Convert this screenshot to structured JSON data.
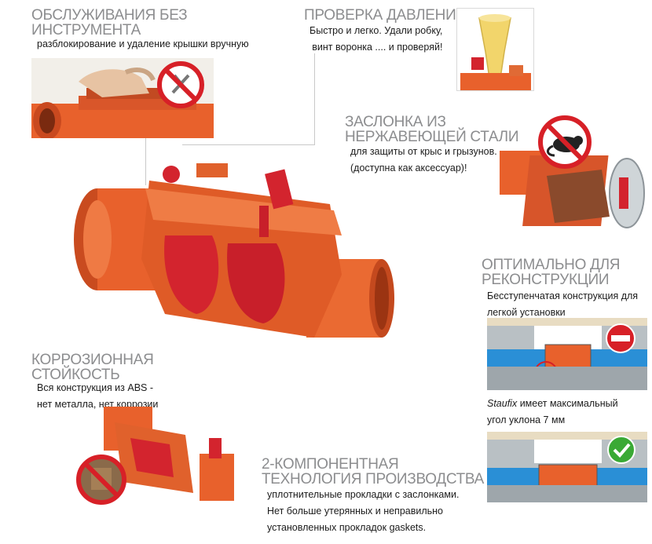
{
  "sections": {
    "tool_free": {
      "title": "ОБСЛУЖИВАНИЯ БЕЗ\nИНСТРУМЕНТА",
      "text": "разблокирование и удаление крышки вручную"
    },
    "pressure_test": {
      "title": "ПРОВЕРКА ДАВЛЕНИЯ",
      "text": "Быстро и легко. Удали робку,\nвинт воронка .... и проверяй!"
    },
    "steel_flap": {
      "title": "ЗАСЛОНКА ИЗ\nНЕРЖАВЕЮЩЕЙ СТАЛИ",
      "text": "для защиты от крыс и грызунов.\n(доступна как аксессуар)!"
    },
    "reconstruction": {
      "title": "ОПТИМАЛЬНО ДЛЯ\nРЕКОНСТРУКЦИИ",
      "text": "Бесступенчатая конструкция для\nлегкой установки",
      "staufix_brand": "Staufix",
      "staufix_text": " имеет максимальный\nугол уклона 7 мм"
    },
    "corrosion": {
      "title": "КОРРОЗИОННАЯ\nСТОЙКОСТЬ",
      "text": "Вся конструкция из ABS -\nнет металла, нет коррозии"
    },
    "two_component": {
      "title": "2-КОМПОНЕНТНАЯ\nТЕХНОЛОГИЯ ПРОИЗВОДСТВА",
      "text": "уплотнительные прокладки с заслонками.\nНет больше утерянных и  неправильно\nустановленных прокладок gaskets."
    }
  },
  "colors": {
    "heading": "#8c8d8f",
    "pipe_orange": "#e8612c",
    "pipe_dark": "#b8401a",
    "flap_red": "#d3242e",
    "water_blue": "#2a8fd6",
    "no_sign_red": "#d72027",
    "ok_green": "#3aa935"
  },
  "icons": {
    "no_tools": "no-tools-icon",
    "no_rats": "no-rats-icon",
    "not_allowed": "no-entry-icon",
    "approved": "check-icon"
  }
}
